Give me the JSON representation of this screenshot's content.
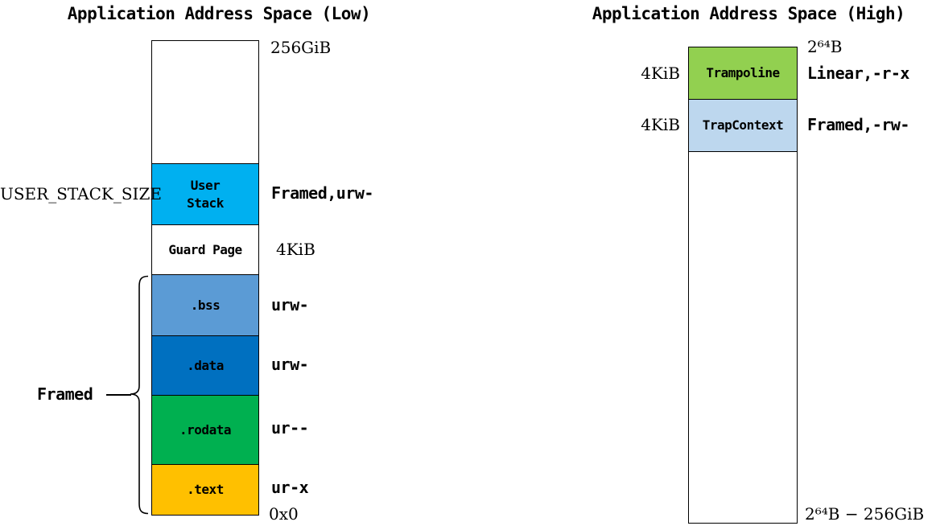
{
  "low": {
    "title": "Application Address Space (Low)",
    "top_address": "256GiB",
    "bottom_address": "0x0",
    "brace_label": "Framed",
    "segments": [
      {
        "name": "free-space",
        "label": "",
        "color": "#ffffff"
      },
      {
        "name": "user-stack",
        "label": "User\nStack",
        "color": "#00b0f0",
        "left_label": "USER_STACK_SIZE",
        "right_label": "Framed,urw-"
      },
      {
        "name": "guard-page",
        "label": "Guard Page",
        "color": "#ffffff",
        "right_label": "4KiB"
      },
      {
        "name": "bss",
        "label": ".bss",
        "color": "#5b9bd5",
        "right_label": "urw-"
      },
      {
        "name": "data",
        "label": ".data",
        "color": "#0070c0",
        "right_label": "urw-"
      },
      {
        "name": "rodata",
        "label": ".rodata",
        "color": "#00b050",
        "right_label": "ur--"
      },
      {
        "name": "text",
        "label": ".text",
        "color": "#ffc000",
        "right_label": "ur-x"
      }
    ]
  },
  "high": {
    "title": "Application Address Space (High)",
    "top_address": "2⁶⁴B",
    "bottom_address": "2⁶⁴B − 256GiB",
    "segments": [
      {
        "name": "trampoline",
        "label": "Trampoline",
        "color": "#92d050",
        "left_label": "4KiB",
        "right_label": "Linear,-r-x"
      },
      {
        "name": "trap-context",
        "label": "TrapContext",
        "color": "#bdd7ee",
        "left_label": "4KiB",
        "right_label": "Framed,-rw-"
      },
      {
        "name": "free-space",
        "label": "",
        "color": "#ffffff"
      }
    ]
  }
}
